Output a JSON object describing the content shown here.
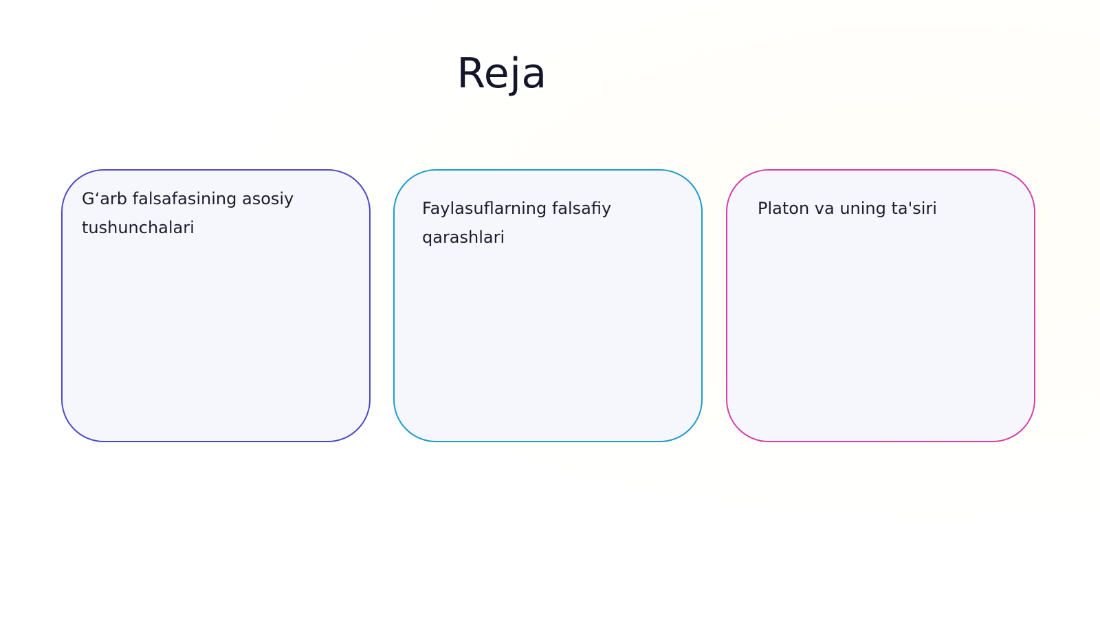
{
  "slide": {
    "title": "Reja",
    "cards": [
      {
        "label": "G‘arb falsafasining asosiy tushunchalari",
        "border_color": "#4b4bc8"
      },
      {
        "label": "Faylasuflarning falsafiy qarashlari",
        "border_color": "#1d9cc8"
      },
      {
        "label": "Platon va uning ta'siri",
        "border_color": "#d63fa7"
      }
    ]
  }
}
